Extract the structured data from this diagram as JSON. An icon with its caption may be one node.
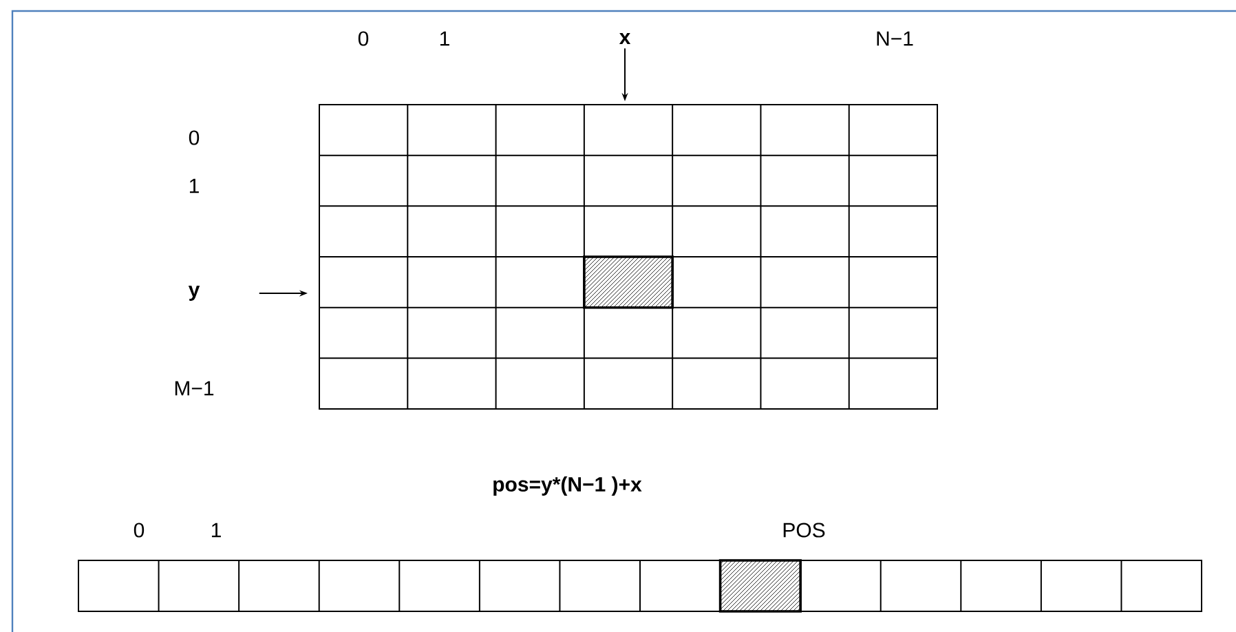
{
  "diagram": {
    "nodes": [
      {
        "text": [],
        "shape": "box"
      },
      {
        "text": [
          "x"
        ]
      },
      {
        "text": [
          "y"
        ]
      }
    ],
    "edges": [
      {
        "from": 1,
        "to": 0,
        "arrow": "to"
      },
      {
        "from": 2,
        "to": 0,
        "arrow": "to"
      }
    ],
    "labels": [
      "0",
      "1",
      "N−1",
      "0",
      "1",
      "M−1",
      "pos=y*(N−1 )+x",
      "0",
      "1",
      "POS"
    ]
  }
}
